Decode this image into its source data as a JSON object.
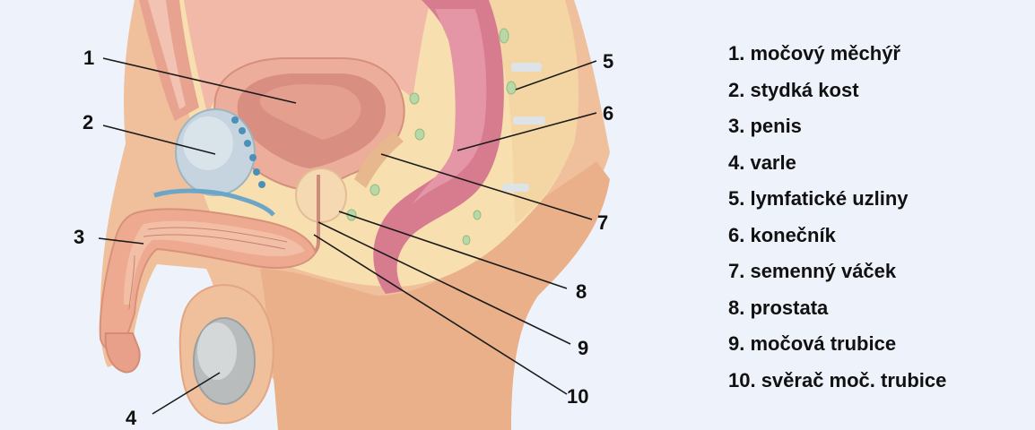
{
  "diagram": {
    "callouts": [
      {
        "number": "1",
        "term": "močový měchýř"
      },
      {
        "number": "2",
        "term": "stydká kost"
      },
      {
        "number": "3",
        "term": "penis"
      },
      {
        "number": "4",
        "term": "varle"
      },
      {
        "number": "5",
        "term": "lymfatické uzliny"
      },
      {
        "number": "6",
        "term": "konečník"
      },
      {
        "number": "7",
        "term": "semenný váček"
      },
      {
        "number": "8",
        "term": "prostata"
      },
      {
        "number": "9",
        "term": "močová trubice"
      },
      {
        "number": "10",
        "term": "svěrač moč. trubice"
      }
    ]
  },
  "legend": {
    "items": [
      "1. močový měchýř",
      "2. stydká kost",
      "3. penis",
      "4. varle",
      "5. lymfatické uzliny",
      "6. konečník",
      "7. semenný váček",
      "8. prostata",
      "9. močová trubice",
      "10. svěrač moč. trubice"
    ]
  },
  "colors": {
    "background": "#eef2fa",
    "skin": "#f0bf9c",
    "fat_tissue": "#f7dfb0",
    "muscle": "#e8a390",
    "bladder_wall": "#ecae9a",
    "bladder_inner": "#d88e80",
    "rectum": "#d77c8f",
    "bone": "#c5d4de",
    "testis": "#b8bcbc",
    "lymph_node": "#b9d8a8",
    "label_text": "#111111"
  }
}
